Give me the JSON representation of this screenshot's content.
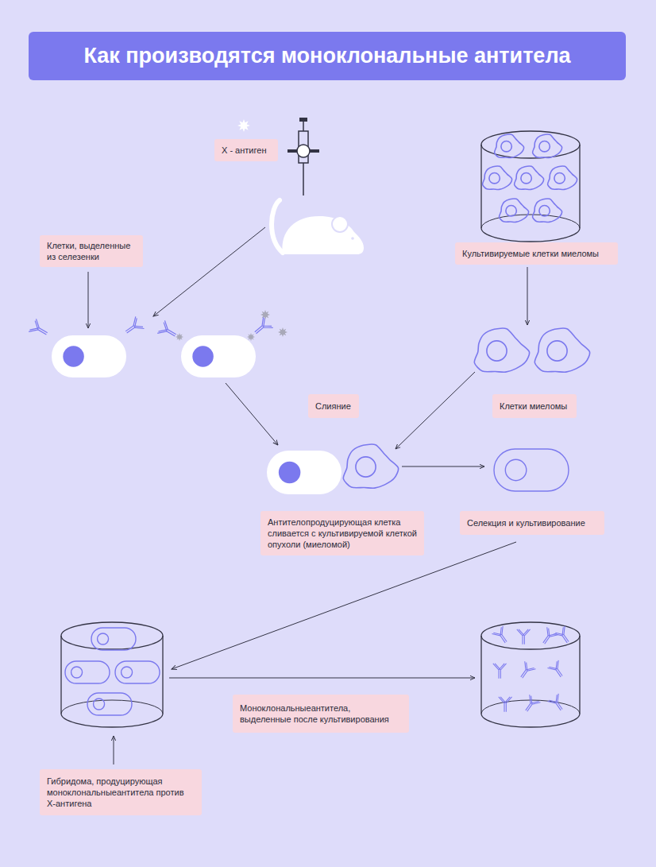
{
  "diagram": {
    "title": "Как производятся моноклональные антитела",
    "nodes": [
      {
        "text": [
          "Х - антиген"
        ]
      },
      {
        "text": [
          "Клетки, выделенные из селезенки"
        ]
      },
      {
        "text": [
          "Культивируемые клетки миеломы"
        ]
      },
      {
        "text": [
          "Слияние"
        ]
      },
      {
        "text": [
          "Клетки миеломы"
        ]
      },
      {
        "text": [
          "Антителопродуцирующая клетка сливается с культивируемой клеткой опухоли (миеломой)"
        ]
      },
      {
        "text": [
          "Селекция и культивирование"
        ]
      },
      {
        "text": [
          "Моноклональныеантитела, выделенные после культивирования"
        ]
      },
      {
        "text": [
          "Гибридома, продуцирующая моноклональныеантитела против Х-антигена"
        ]
      }
    ]
  }
}
